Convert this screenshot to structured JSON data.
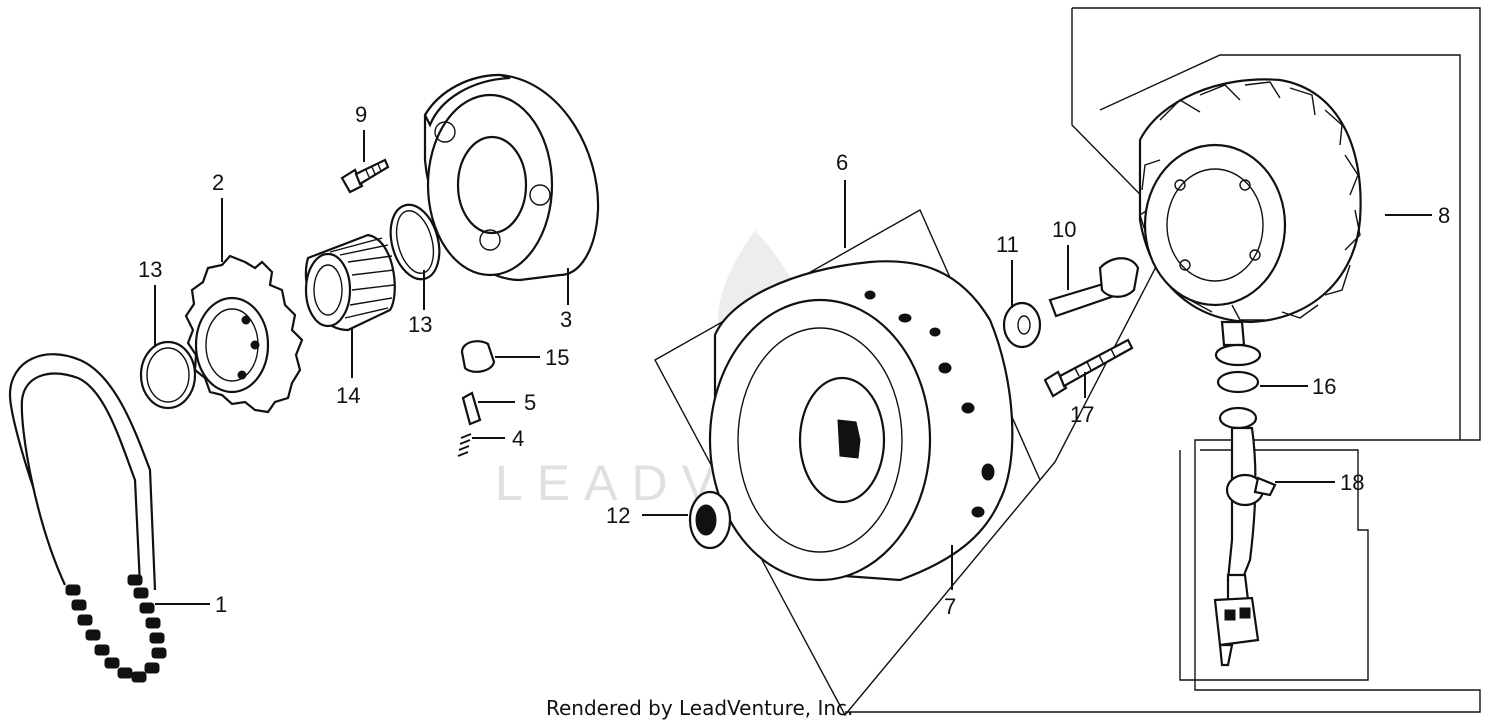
{
  "watermark": {
    "text": "LEADVENTURE"
  },
  "credit": {
    "text": "Rendered by LeadVenture, Inc."
  },
  "callouts": [
    {
      "id": "1",
      "label": "1"
    },
    {
      "id": "2",
      "label": "2"
    },
    {
      "id": "3",
      "label": "3"
    },
    {
      "id": "4",
      "label": "4"
    },
    {
      "id": "5",
      "label": "5"
    },
    {
      "id": "6",
      "label": "6"
    },
    {
      "id": "7",
      "label": "7"
    },
    {
      "id": "8",
      "label": "8"
    },
    {
      "id": "9",
      "label": "9"
    },
    {
      "id": "10",
      "label": "10"
    },
    {
      "id": "11",
      "label": "11"
    },
    {
      "id": "12",
      "label": "12"
    },
    {
      "id": "13a",
      "label": "13"
    },
    {
      "id": "13b",
      "label": "13"
    },
    {
      "id": "14",
      "label": "14"
    },
    {
      "id": "15",
      "label": "15"
    },
    {
      "id": "16",
      "label": "16"
    },
    {
      "id": "17",
      "label": "17"
    },
    {
      "id": "18",
      "label": "18"
    }
  ]
}
